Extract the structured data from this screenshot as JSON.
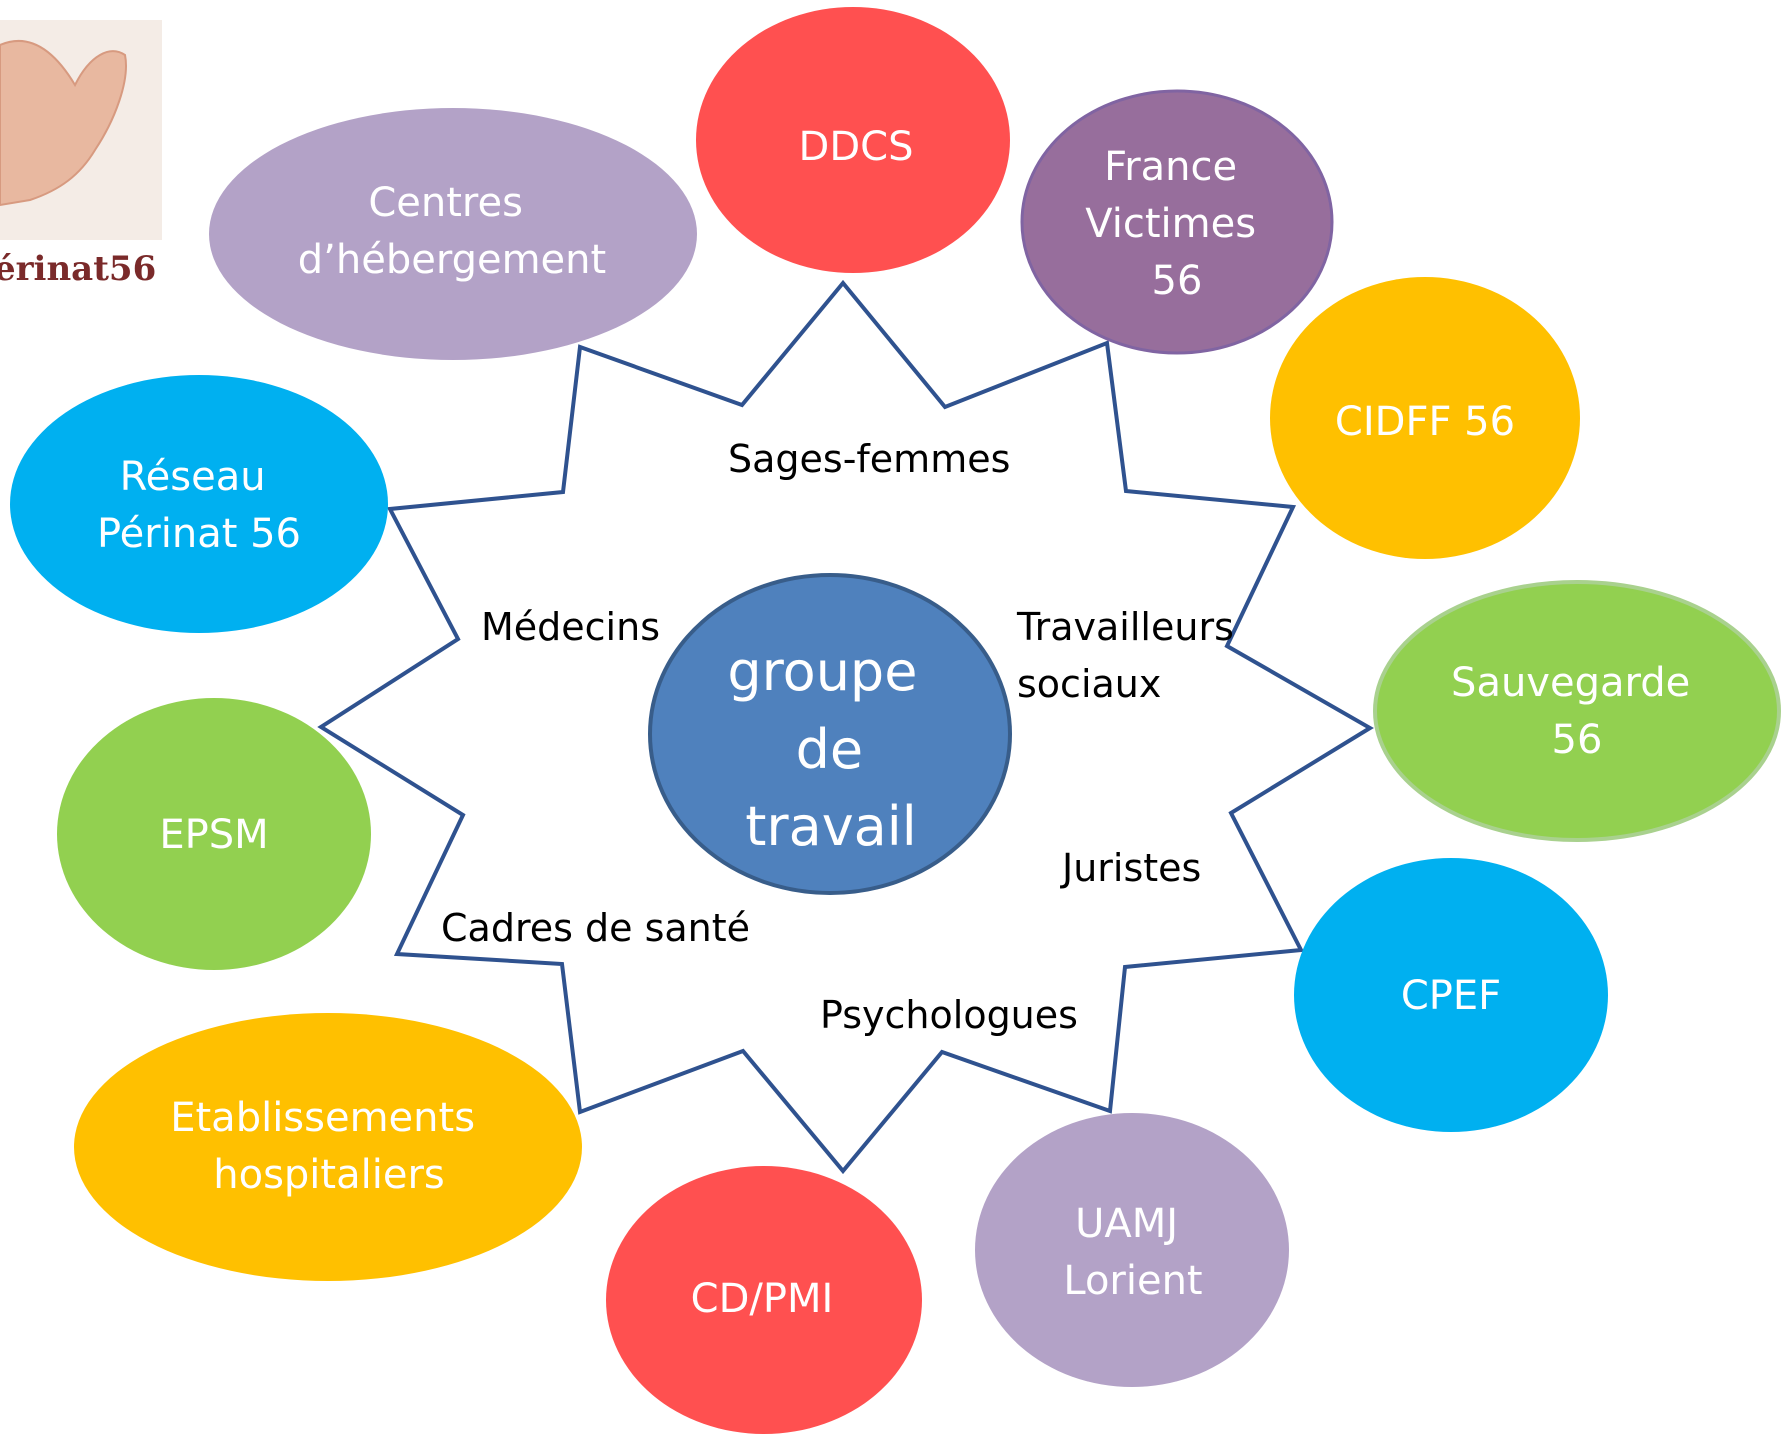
{
  "logo": {
    "text": "érinat56"
  },
  "center": {
    "lines": [
      "groupe",
      "de",
      "travail"
    ],
    "color": "#4f81bd"
  },
  "roles": [
    {
      "id": "sages-femmes",
      "text": "Sages-femmes"
    },
    {
      "id": "travailleurs-sociaux",
      "lines": [
        "Travailleurs",
        "sociaux"
      ]
    },
    {
      "id": "juristes",
      "text": "Juristes"
    },
    {
      "id": "psychologues",
      "text": "Psychologues"
    },
    {
      "id": "cadres-de-sante",
      "text": "Cadres de santé"
    },
    {
      "id": "medecins",
      "text": "Médecins"
    }
  ],
  "partners": [
    {
      "id": "ddcs",
      "lines": [
        "DDCS"
      ],
      "color": "#ff5050"
    },
    {
      "id": "france-victimes",
      "lines": [
        "France",
        "Victimes",
        "56"
      ],
      "color": "#976e9c"
    },
    {
      "id": "cidff",
      "lines": [
        "CIDFF 56"
      ],
      "color": "#ffc000"
    },
    {
      "id": "sauvegarde",
      "lines": [
        "Sauvegarde",
        "56"
      ],
      "color": "#92d050"
    },
    {
      "id": "cpef",
      "lines": [
        "CPEF"
      ],
      "color": "#00b0f0"
    },
    {
      "id": "uamj",
      "lines": [
        "UAMJ",
        "Lorient"
      ],
      "color": "#b3a2c7"
    },
    {
      "id": "cd-pmi",
      "lines": [
        "CD/PMI"
      ],
      "color": "#ff5050"
    },
    {
      "id": "etablissements",
      "lines": [
        "Etablissements",
        "hospitaliers"
      ],
      "color": "#ffc000"
    },
    {
      "id": "epsm",
      "lines": [
        "EPSM"
      ],
      "color": "#92d050"
    },
    {
      "id": "reseau",
      "lines": [
        "Réseau",
        "Périnat 56"
      ],
      "color": "#00b0f0"
    },
    {
      "id": "centres",
      "lines": [
        "Centres",
        "d’hébergement"
      ],
      "color": "#b3a2c7"
    }
  ],
  "star": {
    "stroke": "#2f528f"
  }
}
